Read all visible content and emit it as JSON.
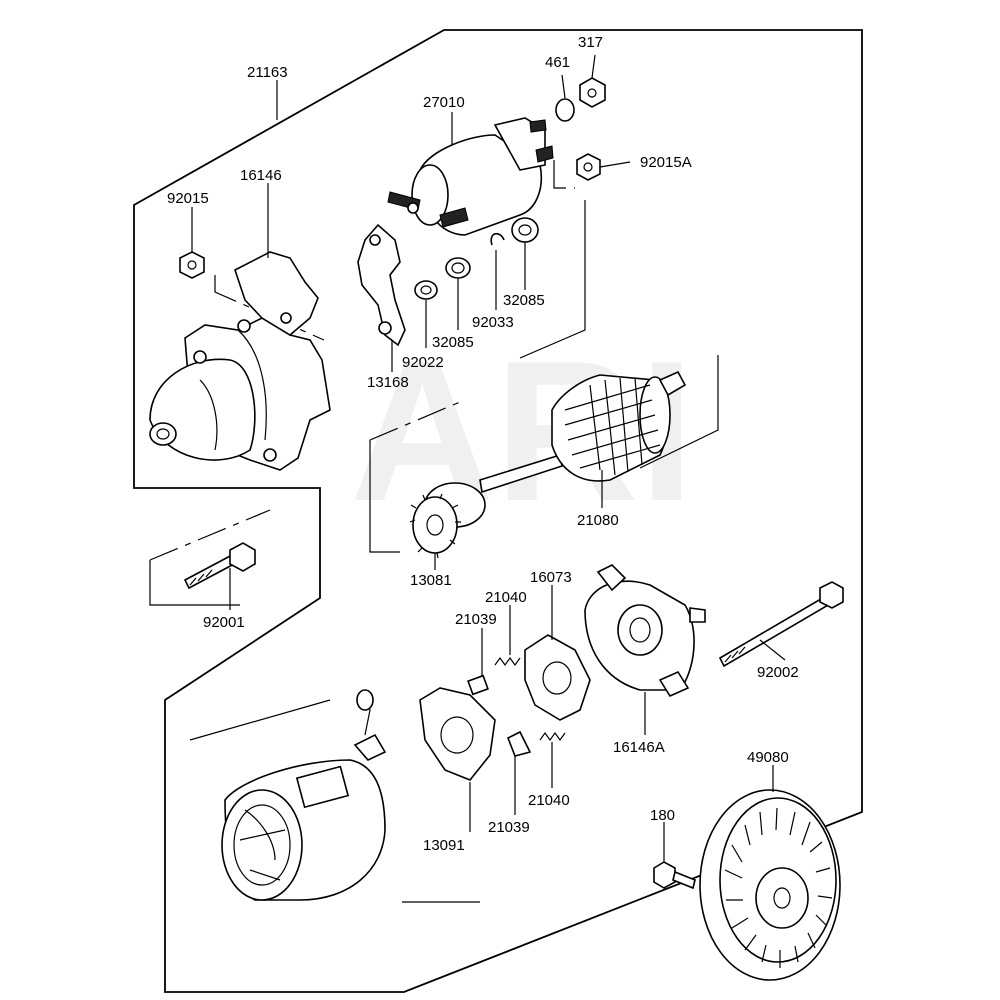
{
  "watermark": "ARI",
  "labels": {
    "p317": "317",
    "p461": "461",
    "p21163": "21163",
    "p27010": "27010",
    "p92015A": "92015A",
    "p16146": "16146",
    "p92015": "92015",
    "p32085a": "32085",
    "p92033": "92033",
    "p32085b": "32085",
    "p92022": "92022",
    "p13168": "13168",
    "p21080": "21080",
    "p13081": "13081",
    "p92001": "92001",
    "p16073": "16073",
    "p21040a": "21040",
    "p21039a": "21039",
    "p92002": "92002",
    "p16146A": "16146A",
    "p49080": "49080",
    "p21040b": "21040",
    "p21039b": "21039",
    "p13091": "13091",
    "p180": "180"
  }
}
